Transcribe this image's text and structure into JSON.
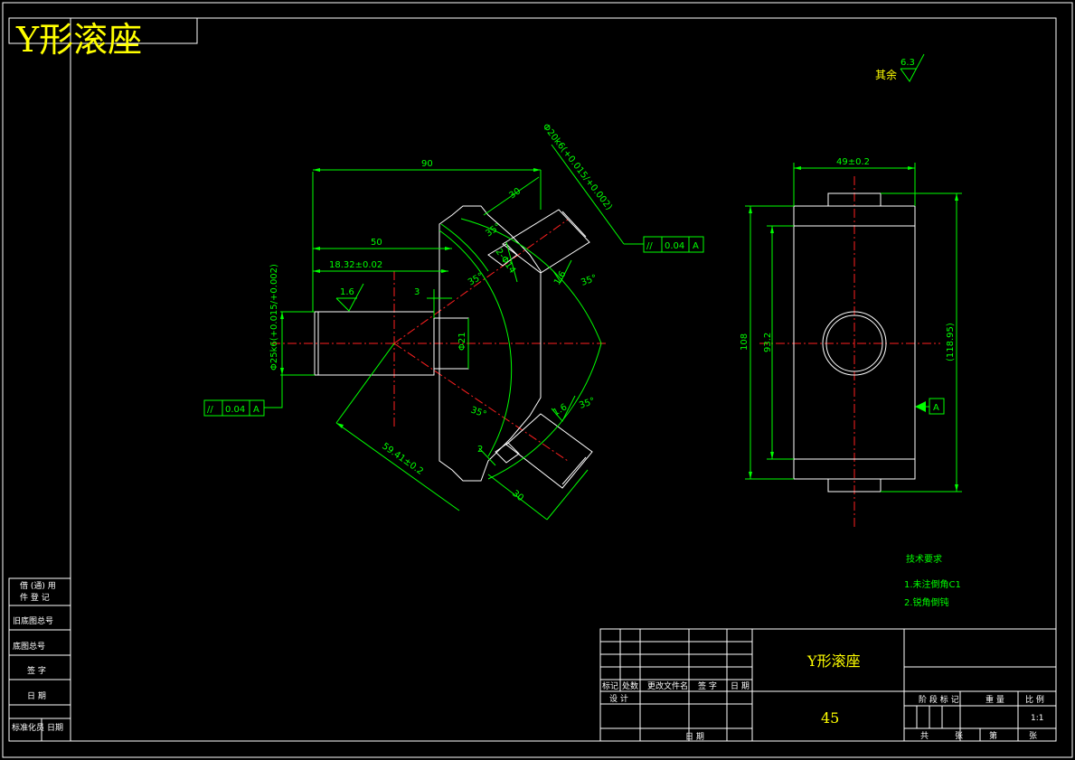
{
  "title": "Y形滚座",
  "surface_finish": {
    "label": "其余",
    "value": "6.3"
  },
  "tech_requirements": {
    "heading": "技术要求",
    "items": [
      "1.未注倒角C1",
      "2.锐角倒钝"
    ]
  },
  "dimensions": {
    "d90": "90",
    "d50": "50",
    "d18": "18.32±0.02",
    "d3": "3",
    "d30_top": "30",
    "d2x14": "2-Φ14",
    "d25": "Φ25k6(+0.015/+0.002)",
    "d21": "Φ21",
    "d59": "59.41±0.2",
    "d30_bottom": "30",
    "d2": "2",
    "dtopdia": "Φ20k6(+0.015/+0.002)",
    "d49": "49±0.2",
    "d108": "108",
    "d93": "93.2",
    "d118": "(118.95)",
    "ra1": "1.6",
    "ra2": "1.6",
    "ra3": "1.6",
    "ang1": "35°",
    "ang2": "35°",
    "ang3": "35°",
    "ang4": "35°",
    "ang5": "35°"
  },
  "tolerance_frames": {
    "f1": {
      "symbol": "//",
      "value": "0.04",
      "datum": "A"
    },
    "f2": {
      "symbol": "//",
      "value": "0.04",
      "datum": "A"
    },
    "datum": "A"
  },
  "side_stamp": [
    "借 (通) 用",
    "件 登 记",
    "旧底图总号",
    "底图总号",
    "签 字",
    "日 期",
    "标准化员",
    "日期"
  ],
  "title_block": {
    "part_name": "Y形滚座",
    "material": "45",
    "scale": "1:1",
    "row_headers": [
      "标记",
      "处数",
      "更改文件名",
      "签 字",
      "日 期"
    ],
    "design_label": "设 计",
    "date_label": "日 期",
    "right_headers": [
      "阶 段 标 记",
      "重 量",
      "比 例"
    ],
    "bottom_labels": [
      "共",
      "张",
      "第",
      "张"
    ]
  }
}
